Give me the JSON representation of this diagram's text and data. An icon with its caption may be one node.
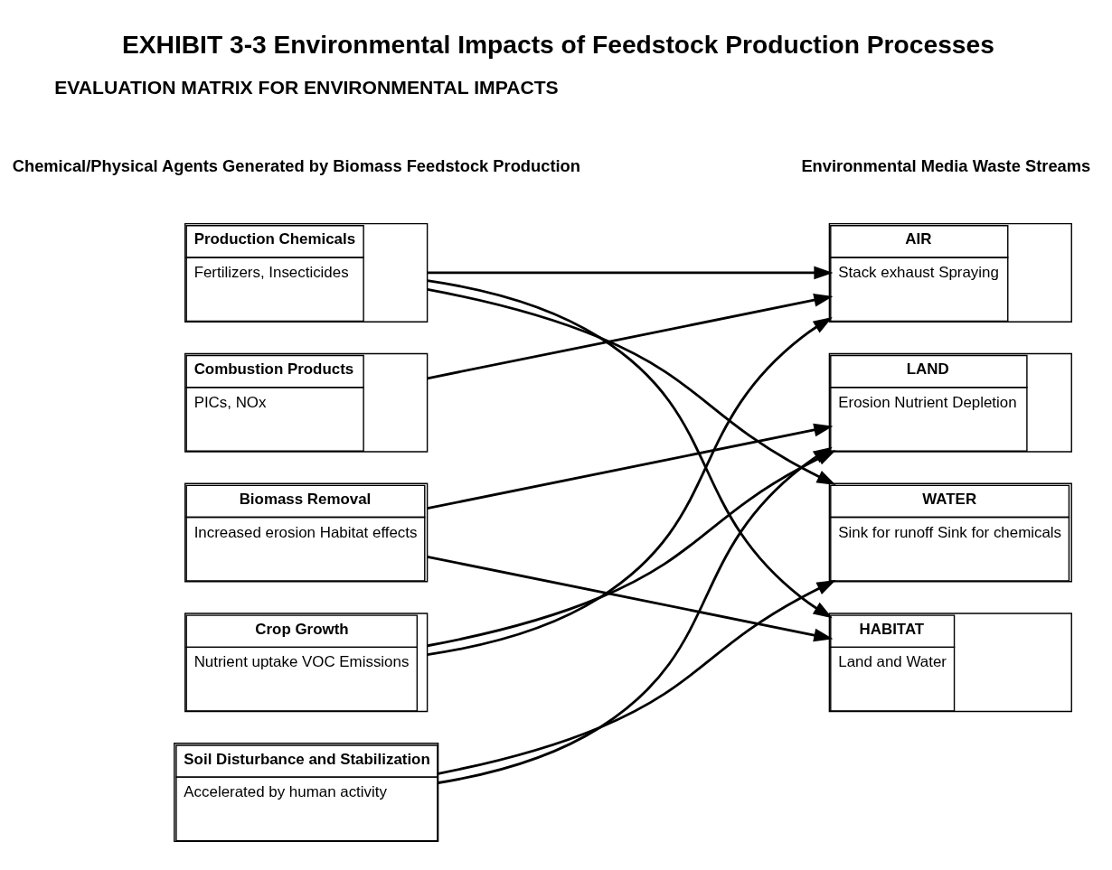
{
  "diagram": {
    "title": "EXHIBIT 3-3 Environmental Impacts of Feedstock Production Processes",
    "nodes": [
      {
        "text": [
          "Production Chemicals",
          "Fertilizers, Insecticides"
        ]
      },
      {
        "text": [
          "Combustion Products",
          "PICs, NOx"
        ]
      },
      {
        "text": [
          "Biomass Removal",
          "Increased erosion Habitat effects"
        ]
      },
      {
        "text": [
          "Crop Growth",
          "Nutrient uptake VOC Emissions"
        ]
      },
      {
        "text": [
          "Soil Disturbance and Stabilization",
          "Accelerated by human activity"
        ]
      },
      {
        "text": [
          "AIR",
          "Stack exhaust Spraying"
        ]
      },
      {
        "text": [
          "LAND",
          "Erosion Nutrient Depletion"
        ]
      },
      {
        "text": [
          "WATER",
          "Sink for runoff Sink for chemicals"
        ]
      },
      {
        "text": [
          "HABITAT",
          "Land and Water"
        ]
      }
    ],
    "edges": [
      {
        "from": 0,
        "to": 5,
        "arrow": "to"
      },
      {
        "from": 0,
        "to": 7,
        "arrow": "to"
      },
      {
        "from": 0,
        "to": 8,
        "arrow": "to"
      },
      {
        "from": 1,
        "to": 5,
        "arrow": "to"
      },
      {
        "from": 2,
        "to": 6,
        "arrow": "to"
      },
      {
        "from": 2,
        "to": 8,
        "arrow": "to"
      },
      {
        "from": 3,
        "to": 5,
        "arrow": "to"
      },
      {
        "from": 3,
        "to": 6,
        "arrow": "to"
      },
      {
        "from": 4,
        "to": 6,
        "arrow": "to"
      },
      {
        "from": 4,
        "to": 7,
        "arrow": "to"
      }
    ],
    "labels": [
      "EVALUATION MATRIX FOR ENVIRONMENTAL IMPACTS",
      "Chemical/Physical Agents Generated by Biomass Feedstock Production",
      "Environmental Media Waste Streams"
    ]
  }
}
